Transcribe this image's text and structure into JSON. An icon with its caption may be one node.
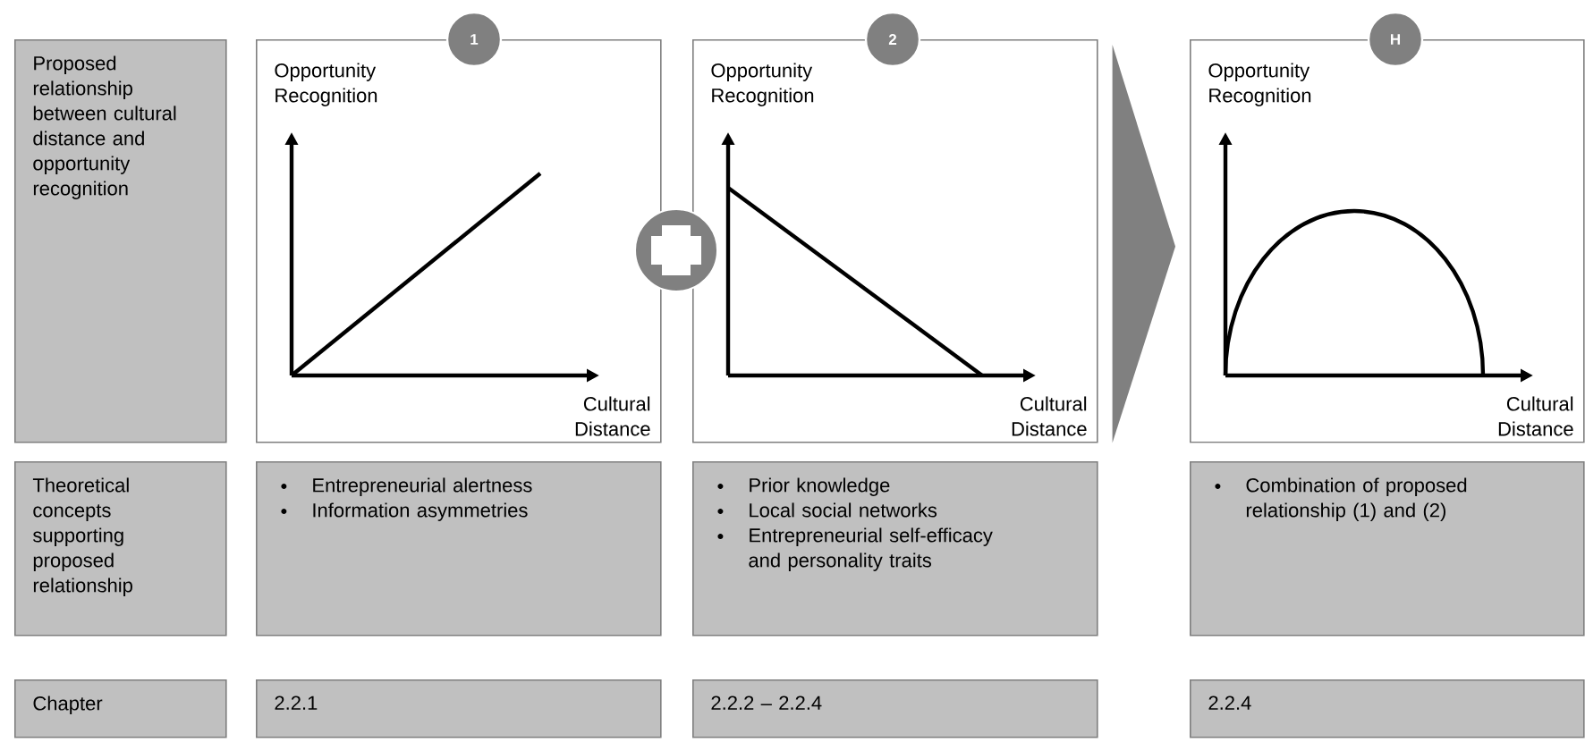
{
  "diagram": {
    "nodes": [
      {
        "text": [
          "Proposed relationship between cultural distance and opportunity recognition"
        ]
      },
      {
        "text": [
          "Opportunity Recognition",
          "Cultural Distance"
        ]
      },
      {
        "text": [
          "1"
        ]
      },
      {
        "text": [
          "Opportunity Recognition",
          "Cultural Distance"
        ]
      },
      {
        "text": [
          "2"
        ]
      },
      {
        "text": [
          "Opportunity Recognition",
          "Cultural Distance"
        ]
      },
      {
        "text": [
          "H"
        ]
      },
      {
        "text": [
          "Theoretical concepts supporting proposed relationship"
        ]
      },
      {
        "text": [
          "Entrepreneurial alertness",
          "Information asymmetries"
        ]
      },
      {
        "text": [
          "Prior knowledge",
          "Local social networks",
          "Entrepreneurial self-efficacy and personality traits"
        ]
      },
      {
        "text": [
          "Combination of proposed relationship (1) and (2)"
        ]
      },
      {
        "text": [
          "Chapter"
        ]
      },
      {
        "text": [
          "2.2.1"
        ]
      },
      {
        "text": [
          "2.2.2 – 2.2.4"
        ]
      },
      {
        "text": [
          "2.2.4"
        ]
      }
    ],
    "edges": [
      {
        "from": 3,
        "to": 5,
        "arrow": "to"
      }
    ]
  }
}
